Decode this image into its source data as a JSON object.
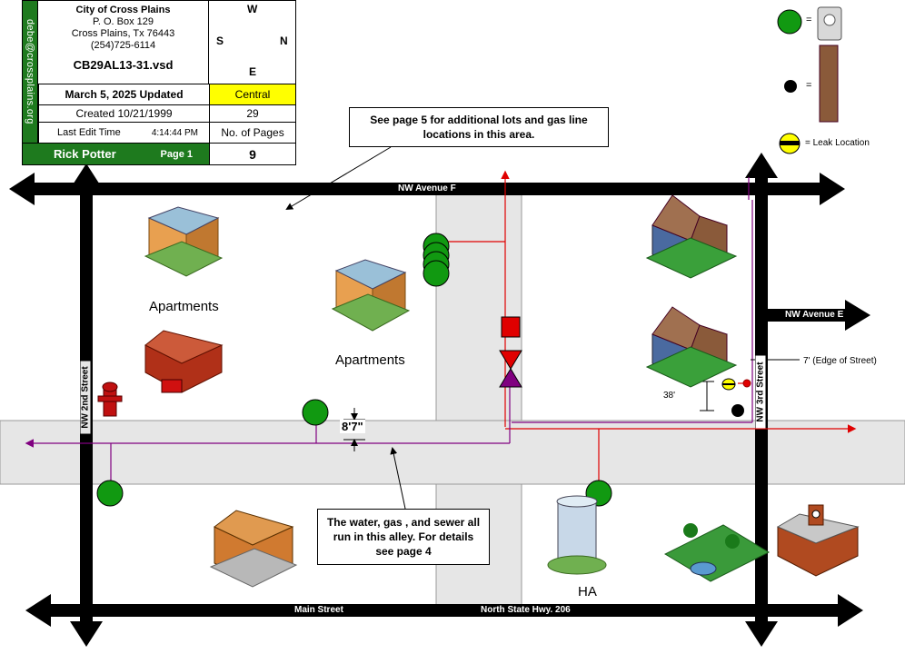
{
  "title_block": {
    "side_text": "debe@crossplains.org",
    "org_name": "City of Cross Plains",
    "address1": "P. O. Box 129",
    "address2": "Cross Plains, Tx  76443",
    "phone": "(254)725-6114",
    "file_name": "CB29AL13-31.vsd",
    "updated": "March 5, 2025 Updated",
    "zone": "Central",
    "created": "Created 10/21/1999",
    "created_value": "29",
    "last_edit_label": "Last Edit Time",
    "last_edit_time": "4:14:44 PM",
    "pages_label": "No. of Pages",
    "author": "Rick Potter",
    "page_label": "Page 1",
    "pages_value": "9"
  },
  "compass": {
    "n": "N",
    "s": "S",
    "e": "E",
    "w": "W"
  },
  "legend": {
    "meter_eq": "=",
    "pole_eq": "=",
    "leak_label": "= Leak Location"
  },
  "streets": {
    "nw_avenue_f": "NW Avenue F",
    "nw_avenue_e": "NW Avenue E",
    "nw_2nd_street": "NW 2nd Street",
    "nw_3rd_street": "NW 3rd Street",
    "main_street": "Main Street",
    "north_state_hwy": "North State Hwy. 206"
  },
  "callouts": {
    "page5": "See page 5 for additional lots and gas line locations in this area.",
    "alley": "The water, gas , and sewer all run in this alley. For details see page 4"
  },
  "labels": {
    "apartments1": "Apartments",
    "apartments2": "Apartments",
    "ha": "HA",
    "edge_of_street": "7' (Edge of Street)",
    "dim_38": "38'",
    "dim_8_7": "8'7\""
  },
  "colors": {
    "green_meter": "#119911",
    "road_gray": "#e6e6e6",
    "gas_line": "#800080",
    "water_line": "#e00000",
    "title_green": "#1e7a1e",
    "zone_yellow": "#ffff00"
  }
}
